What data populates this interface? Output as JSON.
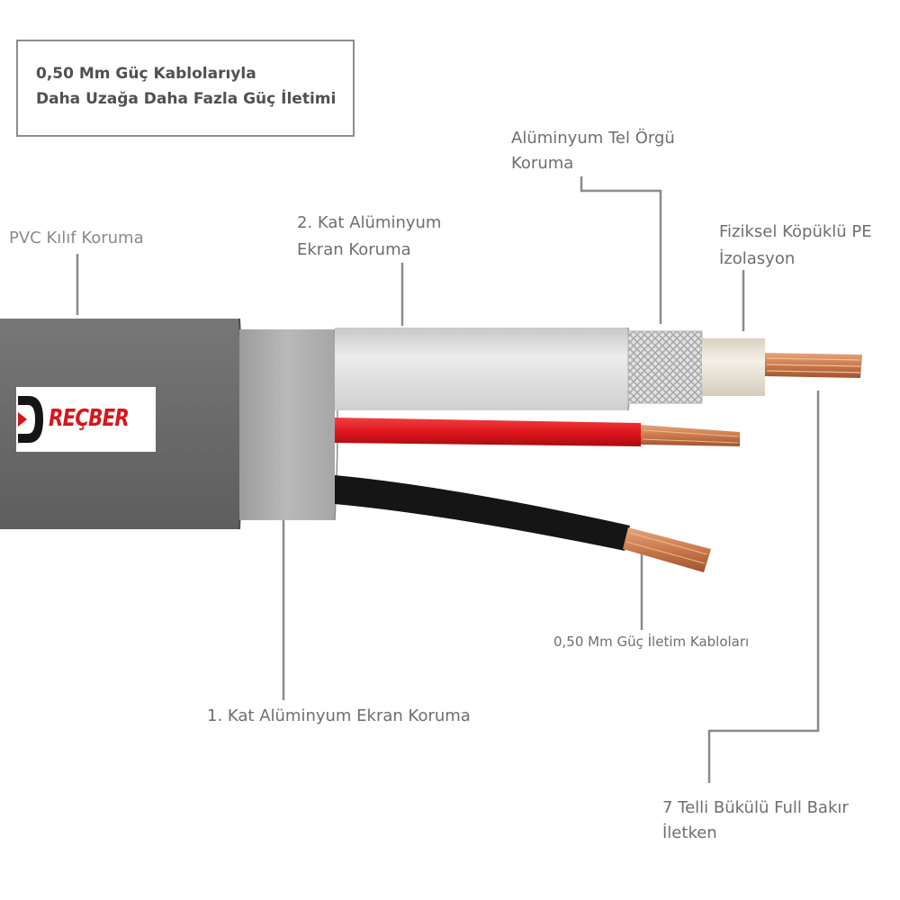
{
  "title": {
    "line1": "0,50 Mm Güç Kablolarıyla",
    "line2": "Daha Uzağa Daha Fazla Güç İletimi"
  },
  "labels": {
    "pvc_sheath": "PVC Kılıf Koruma",
    "second_foil_line1": "2. Kat Alüminyum",
    "second_foil_line2": "Ekran Koruma",
    "braid_line1": "Alüminyum Tel Örgü",
    "braid_line2": "Koruma",
    "pe_insulation_line1": "Fiziksel Köpüklü PE",
    "pe_insulation_line2": "İzolasyon",
    "power_cables": "0,50 Mm Güç İletim Kabloları",
    "first_foil": "1. Kat Alüminyum Ekran Koruma",
    "conductor_line1": "7 Telli Bükülü Full Bakır",
    "conductor_line2": "İletken"
  },
  "logo": {
    "brand": "REÇBER",
    "icon": "brand-d-icon"
  },
  "colors": {
    "jacket": "#6a6a6a",
    "foil_inner": "#a8a8a8",
    "foil_outer": "#d9d9d9",
    "braid": "#e0e0e0",
    "insulation": "#ede6da",
    "copper": "#c9784a",
    "red_wire": "#e0161d",
    "black_wire": "#151515",
    "brand_red": "#d8141c",
    "leader": "#8a8a8a"
  }
}
